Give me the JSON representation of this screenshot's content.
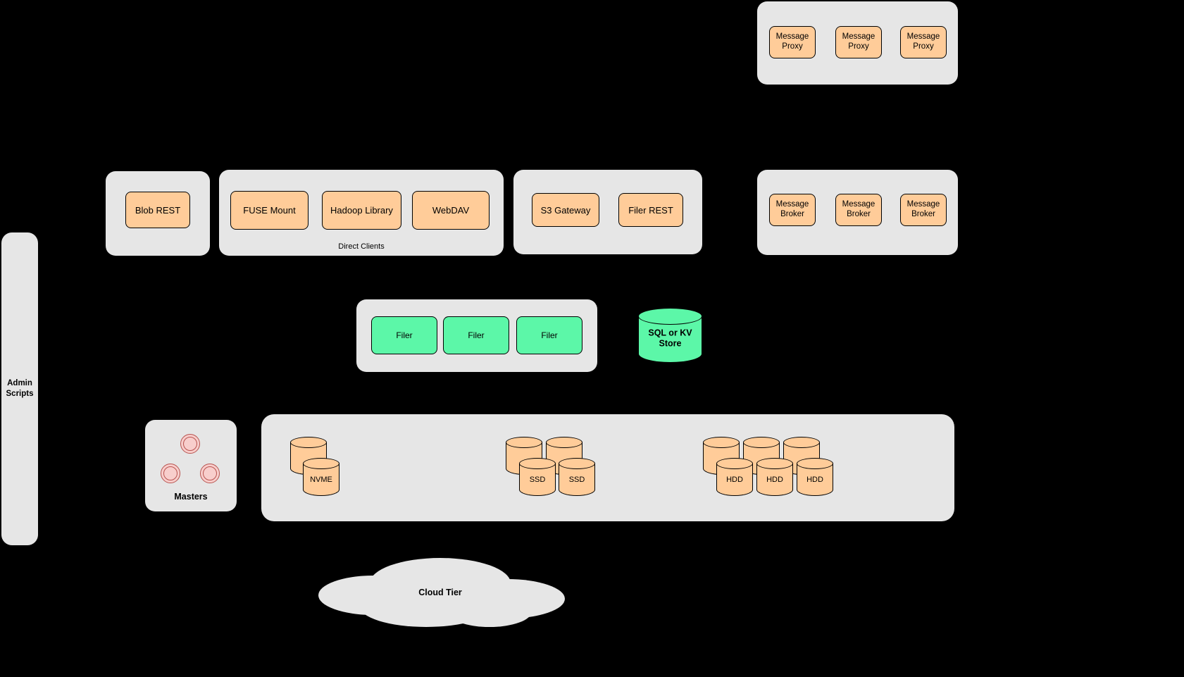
{
  "colors": {
    "background": "#000000",
    "container_fill": "#E6E6E6",
    "orange_fill": "#FFCC99",
    "green_fill": "#5CF7A8",
    "pink_fill": "#F8CECC",
    "pink_stroke": "#B85450",
    "stroke": "#000000"
  },
  "groups": {
    "message_proxies": {
      "items": [
        "Message Proxy",
        "Message Proxy",
        "Message Proxy"
      ]
    },
    "blob": {
      "items": [
        "Blob REST"
      ]
    },
    "direct_clients": {
      "caption": "Direct Clients",
      "items": [
        "FUSE Mount",
        "Hadoop Library",
        "WebDAV"
      ]
    },
    "gateways": {
      "items": [
        "S3 Gateway",
        "Filer REST"
      ]
    },
    "message_brokers": {
      "items": [
        "Message Broker",
        "Message Broker",
        "Message Broker"
      ]
    },
    "filers": {
      "items": [
        "Filer",
        "Filer",
        "Filer"
      ]
    },
    "store": {
      "label": "SQL or KV Store"
    },
    "admin": {
      "label": "Admin Scripts"
    },
    "masters": {
      "label": "Masters"
    },
    "volumes": {
      "nvme": {
        "label": "NVME"
      },
      "ssd": {
        "labels": [
          "SSD",
          "SSD"
        ]
      },
      "hdd": {
        "labels": [
          "HDD",
          "HDD",
          "HDD"
        ]
      }
    },
    "cloud": {
      "label": "Cloud Tier"
    }
  }
}
